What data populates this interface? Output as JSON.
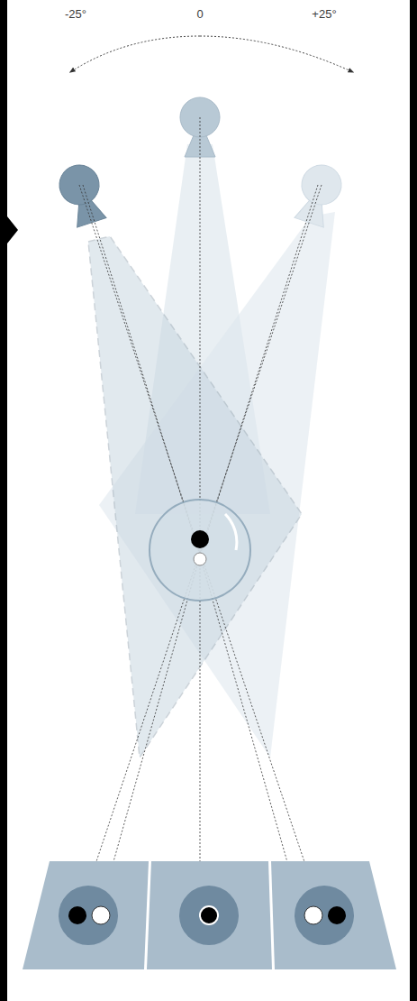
{
  "diagram": {
    "labels": [
      "-25°",
      "0",
      "+25°"
    ]
  }
}
